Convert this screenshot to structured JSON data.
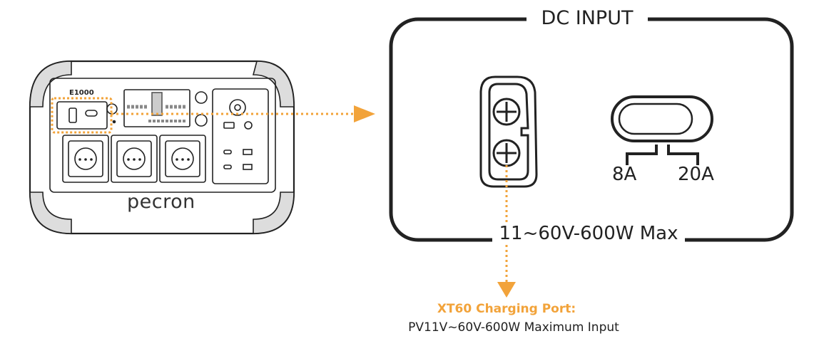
{
  "dc_input_panel": {
    "title": "DC INPUT",
    "switch_low_label": "8A",
    "switch_high_label": "20A",
    "power_spec": "11~60V-600W Max"
  },
  "callout": {
    "port_name": "XT60 Charging Port:",
    "port_description": "PV11V~60V-600W Maximum Input",
    "accent_color": "#f2a33a"
  },
  "device": {
    "model": "E1000",
    "brand": "pecron"
  },
  "colors": {
    "outline": "#222222",
    "accent": "#f2a33a"
  }
}
